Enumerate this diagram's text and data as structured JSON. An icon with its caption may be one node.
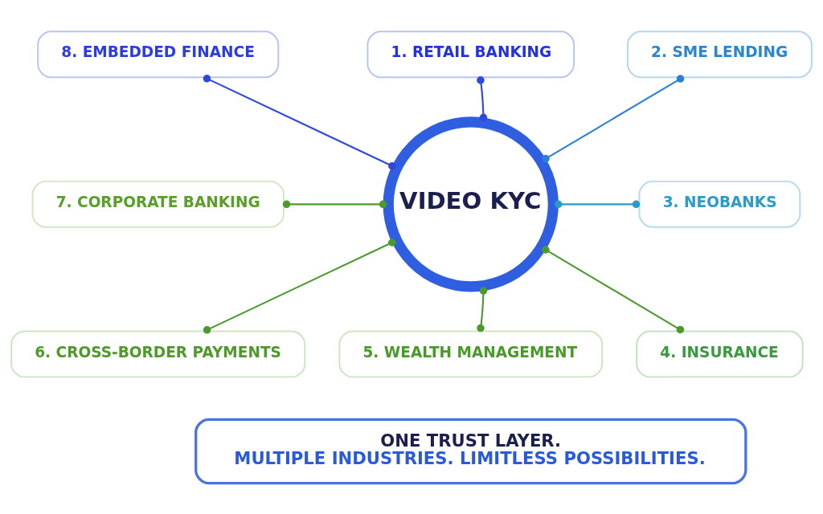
{
  "diagram": {
    "nodes": [
      {
        "text": [
          "VIDEO KYC"
        ]
      },
      {
        "text": [
          "1. RETAIL BANKING"
        ]
      },
      {
        "text": [
          "2. SME LENDING"
        ]
      },
      {
        "text": [
          "3. NEOBANKS"
        ]
      },
      {
        "text": [
          "4. INSURANCE"
        ]
      },
      {
        "text": [
          "5. WEALTH MANAGEMENT"
        ]
      },
      {
        "text": [
          "6. CROSS-BORDER PAYMENTS"
        ]
      },
      {
        "text": [
          "7. CORPORATE BANKING"
        ]
      },
      {
        "text": [
          "8. EMBEDDED FINANCE"
        ]
      },
      {
        "text": [
          "ONE TRUST LAYER.",
          "MULTIPLE INDUSTRIES. LIMITLESS POSSIBILITIES."
        ]
      }
    ],
    "edges": [
      {
        "from": 0,
        "to": 1,
        "arrow": "other",
        "color": "#2f48e0"
      },
      {
        "from": 0,
        "to": 2,
        "arrow": "other",
        "color": "#2a7fd8"
      },
      {
        "from": 0,
        "to": 3,
        "arrow": "other",
        "color": "#2a9bc4"
      },
      {
        "from": 0,
        "to": 4,
        "arrow": "other"
      },
      {
        "from": 0,
        "to": 5,
        "arrow": "other"
      },
      {
        "from": 0,
        "to": 6,
        "arrow": "other"
      },
      {
        "from": 0,
        "to": 7,
        "arrow": "other"
      },
      {
        "from": 0,
        "to": 8,
        "arrow": "other",
        "color": "#3048d8"
      }
    ]
  }
}
